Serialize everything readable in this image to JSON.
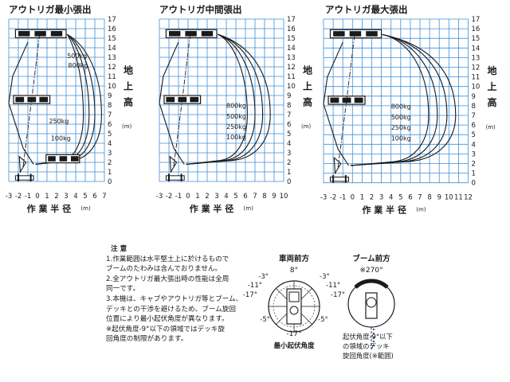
{
  "colors": {
    "grid": "#3d8fd8",
    "ink": "#1a1a1a",
    "dot": "#2a66b8"
  },
  "charts": [
    {
      "title": "アウトリガ最小張出",
      "xmin": -3,
      "xmax": 7,
      "load_labels": [
        "500kg",
        "800kg",
        "250kg",
        "100kg"
      ]
    },
    {
      "title": "アウトリガ中間張出",
      "xmin": -3,
      "xmax": 10,
      "load_labels": [
        "800kg",
        "500kg",
        "250kg",
        "100kg"
      ]
    },
    {
      "title": "アウトリガ最大張出",
      "xmin": -3,
      "xmax": 12,
      "load_labels": [
        "800kg",
        "500kg",
        "250kg",
        "100kg"
      ]
    }
  ],
  "y_axis": {
    "min": 0,
    "max": 17,
    "label": [
      "地",
      "上",
      "高"
    ],
    "unit": "(m)"
  },
  "x_axis": {
    "label": "作 業 半 径",
    "unit": "(m)"
  },
  "notes": {
    "heading": "注 意",
    "items": [
      "1.作業範囲は水平堅土上に於けるもので",
      "ブームのたわみは含んでおりません。",
      "2.全アウトリガ最大張出時の性能は全周",
      "同一です。",
      "3.本機は、キャブやアウトリガ等とブーム、",
      "デッキとの干渉を避けるため、ブーム旋回",
      "位置により最小起伏角度が異なります。",
      "※起伏角度-9°以下の領域ではデッキ旋",
      "回角度の制限があります。"
    ]
  },
  "diagram_front": {
    "title": "車両前方",
    "top": "8°",
    "left_angles": [
      "-3°",
      "-11°",
      "-17°"
    ],
    "right_angles": [
      "-3°",
      "-11°",
      "-17°"
    ],
    "bottom_left": "-5°",
    "bottom_right": "-5°",
    "bottom": "-17°",
    "caption": "最小起伏角度"
  },
  "diagram_boom": {
    "title": "ブーム前方",
    "angle": "※270°",
    "caption": [
      "起伏角度-9°以下",
      "の領域のデッキ",
      "旋回角度(※範囲)"
    ]
  }
}
